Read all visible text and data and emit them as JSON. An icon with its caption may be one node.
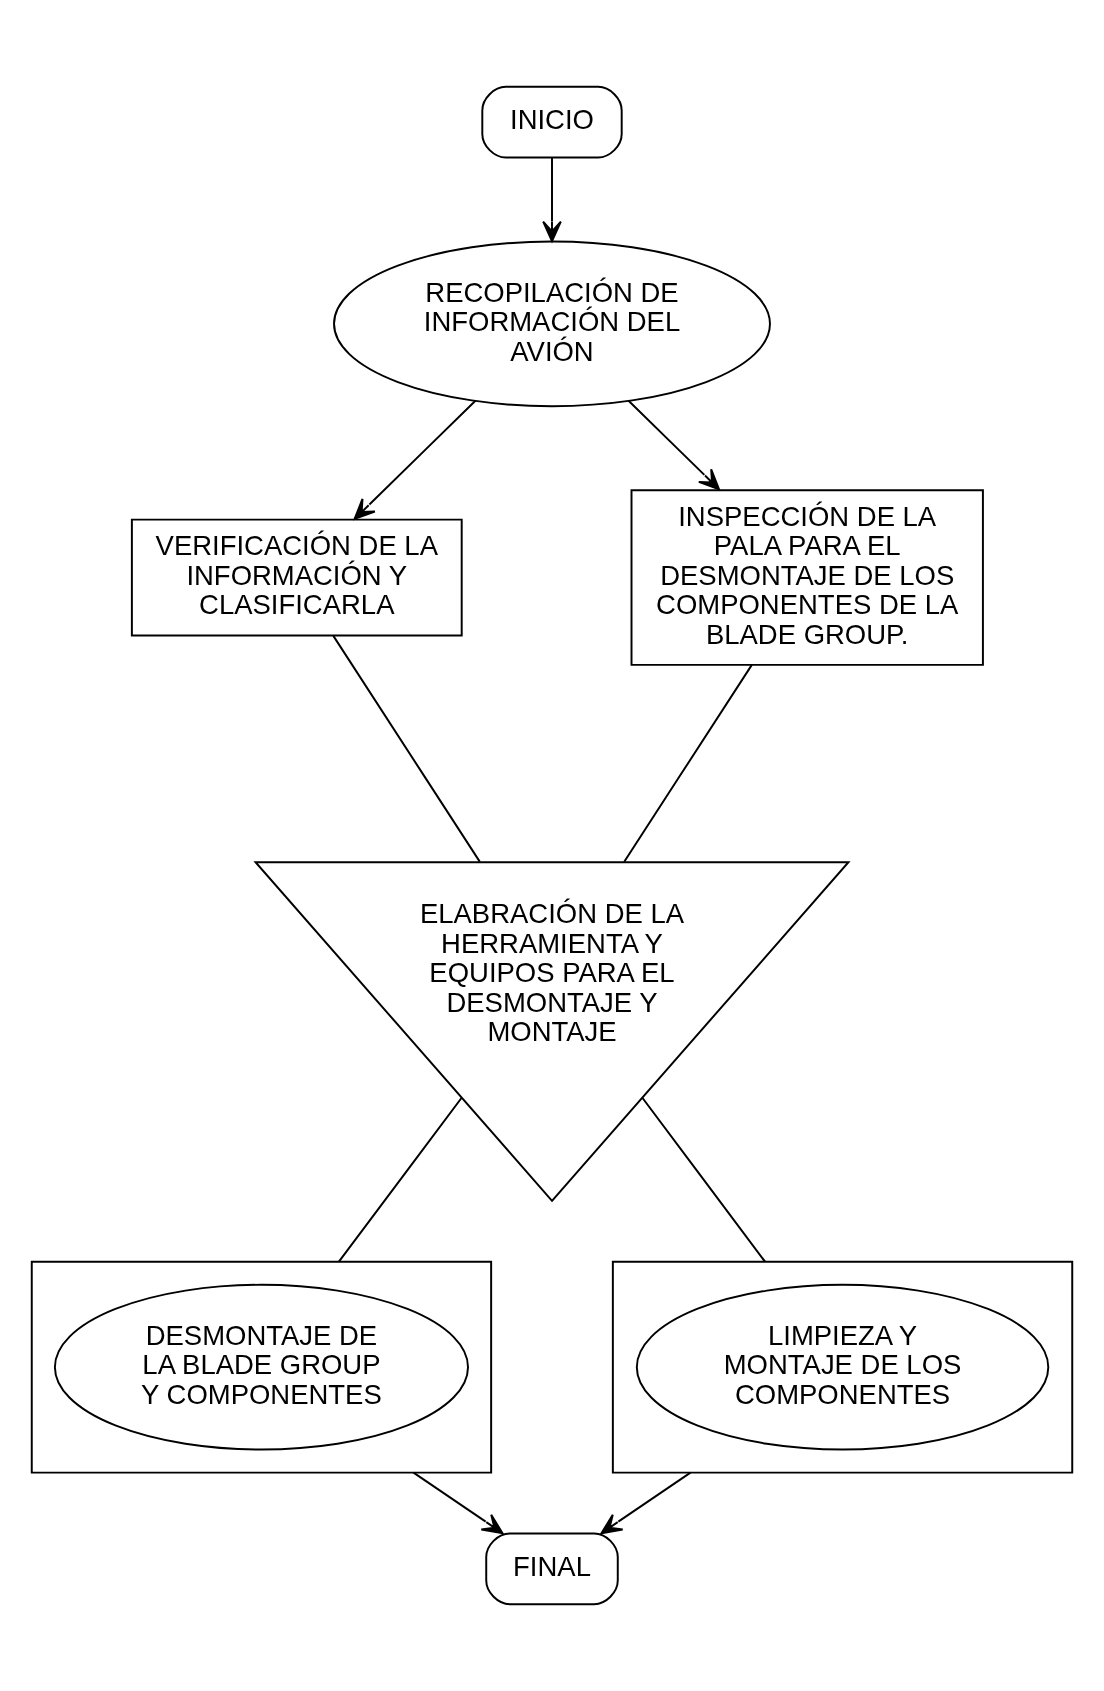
{
  "diagram": {
    "nodes": [
      {
        "text": [
          "INICIO"
        ]
      },
      {
        "text": [
          "RECOPILACIÓN DE INFORMACIÓN DEL AVIÓN"
        ]
      },
      {
        "text": [
          "VERIFICACIÓN DE LA INFORMACIÓN Y CLASIFICARLA"
        ]
      },
      {
        "text": [
          "INSPECCIÓN DE LA PALA PARA EL DESMONTAJE DE LOS COMPONENTES DE LA BLADE GROUP."
        ]
      },
      {
        "text": [
          "ELABRACIÓN DE LA HERRAMIENTA Y EQUIPOS PARA EL DESMONTAJE Y MONTAJE"
        ]
      },
      {
        "text": [],
        "shape": "box"
      },
      {
        "text": [
          "DESMONTAJE DE LA BLADE GROUP Y COMPONENTES"
        ],
        "in": 5
      },
      {
        "text": [],
        "shape": "box"
      },
      {
        "text": [
          "LIMPIEZA Y MONTAJE DE LOS COMPONENTES"
        ],
        "in": 7
      },
      {
        "text": [
          "FINAL"
        ]
      }
    ],
    "edges": [
      {
        "from": 0,
        "to": 1,
        "arrow": "to"
      },
      {
        "from": 1,
        "to": 2,
        "arrow": "to"
      },
      {
        "from": 1,
        "to": 3,
        "arrow": "to"
      },
      {
        "from": 2,
        "to": 4,
        "arrow": "none"
      },
      {
        "from": 3,
        "to": 4,
        "arrow": "none"
      },
      {
        "from": 4,
        "to": 5,
        "arrow": "none"
      },
      {
        "from": 4,
        "to": 7,
        "arrow": "none"
      },
      {
        "from": 5,
        "to": 9,
        "arrow": "to"
      },
      {
        "from": 7,
        "to": 9,
        "arrow": "to"
      }
    ]
  }
}
